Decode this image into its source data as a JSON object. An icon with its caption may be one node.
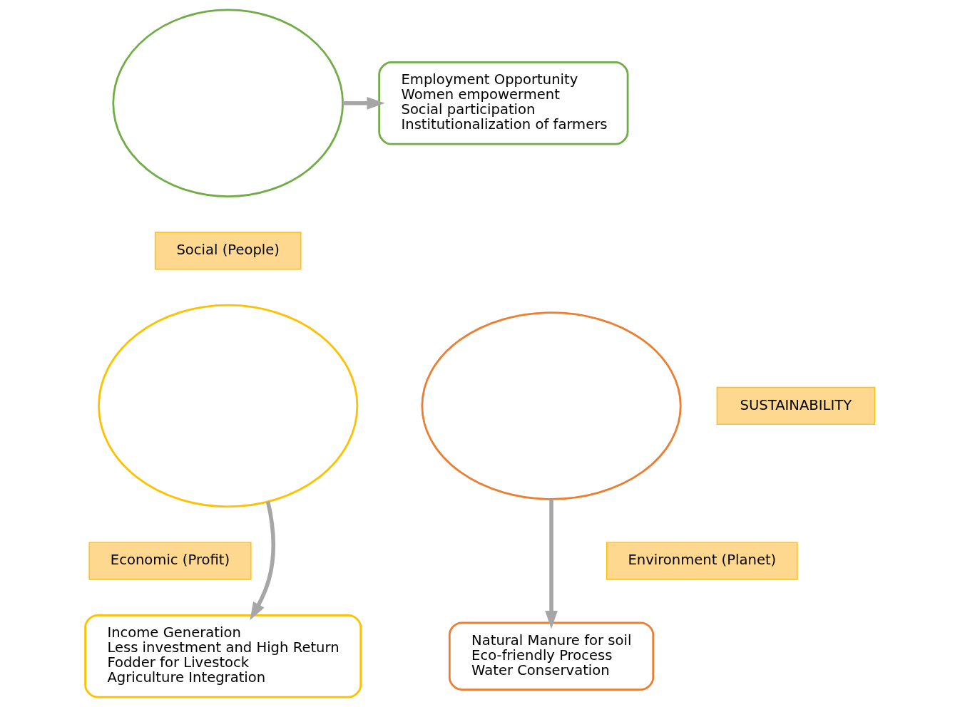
{
  "diagram": {
    "nodes": [
      {
        "text": [],
        "shape": "circle"
      },
      {
        "text": [
          "Social (People)"
        ]
      },
      {
        "text": [],
        "shape": "circle"
      },
      {
        "text": [],
        "shape": "circle"
      },
      {
        "text": [
          "SUSTAINABILITY"
        ]
      },
      {
        "text": [
          "Economic (Profit)"
        ]
      },
      {
        "text": [
          "Environment (Planet)"
        ]
      },
      {
        "text": [
          "Employment Opportunity",
          "Women empowerment",
          "Social participation",
          "Institutionalization of farmers"
        ]
      },
      {
        "text": [
          "Income Generation",
          "Less investment and High Return",
          "Fodder for Livestock",
          "Agriculture Integration"
        ]
      },
      {
        "text": [
          "Natural Manure for soil",
          "Eco-friendly Process",
          "Water Conservation"
        ]
      }
    ],
    "edges": [
      {
        "from": 0,
        "to": 7,
        "arrow": "to"
      },
      {
        "from": 2,
        "to": 8,
        "arrow": "to"
      },
      {
        "from": 3,
        "to": 9,
        "arrow": "to"
      }
    ]
  }
}
